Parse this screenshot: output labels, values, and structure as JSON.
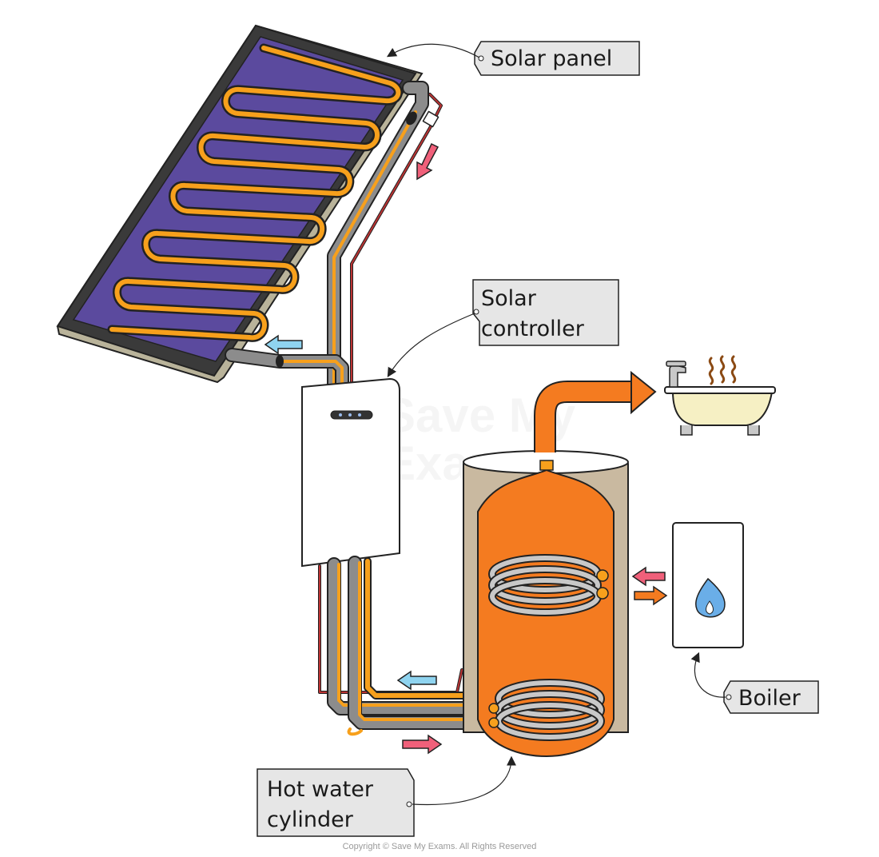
{
  "labels": {
    "solar_panel": "Solar panel",
    "solar_controller_line1": "Solar",
    "solar_controller_line2": "controller",
    "boiler": "Boiler",
    "hot_water_cylinder_line1": "Hot water",
    "hot_water_cylinder_line2": "cylinder"
  },
  "watermark": {
    "line1": "Save My",
    "line2": "Exams"
  },
  "copyright": "Copyright © Save My Exams. All Rights Reserved",
  "colors": {
    "panel_frame": "#3a3a3a",
    "panel_face": "#5b4a9e",
    "pipe_orange": "#f7a01c",
    "pipe_grey": "#8c8c8c",
    "cylinder_orange": "#f47b20",
    "insulation": "#c9b9a0",
    "hot_arrow": "#f47b20",
    "warm_arrow": "#f0607a",
    "cool_arrow": "#8fd4f0",
    "tag_fill": "#e6e6e6",
    "flame_blue": "#6aaee8"
  }
}
